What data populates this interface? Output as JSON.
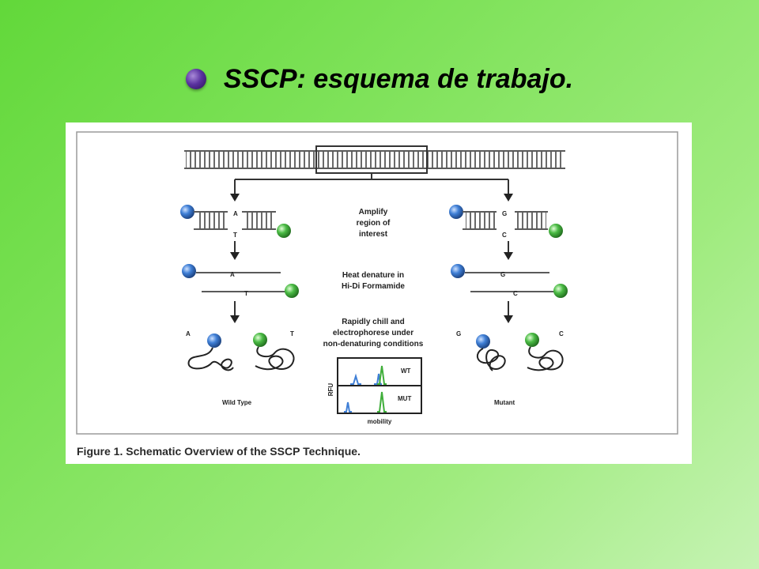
{
  "slide": {
    "title": "SSCP: esquema de trabajo."
  },
  "figure": {
    "caption": "Figure 1. Schematic Overview of the SSCP Technique.",
    "steps": {
      "amplify": [
        "Amplify",
        "region of",
        "interest"
      ],
      "denature": [
        "Heat denature in",
        "Hi-Di Formamide"
      ],
      "chill": [
        "Rapidly chill and",
        "electrophorese under",
        "non-denaturing conditions"
      ]
    },
    "wild_type": {
      "label": "Wild Type",
      "base_top": "A",
      "base_bottom": "T"
    },
    "mutant": {
      "label": "Mutant",
      "base_top": "G",
      "base_bottom": "C"
    },
    "gel": {
      "lane_wt": "WT",
      "lane_mut": "MUT",
      "x_label": "mobility",
      "y_label": "RFU"
    },
    "colors": {
      "blue_probe": "#3f7fd6",
      "green_probe": "#3fae3a",
      "frame": "#9a9a9a"
    }
  }
}
